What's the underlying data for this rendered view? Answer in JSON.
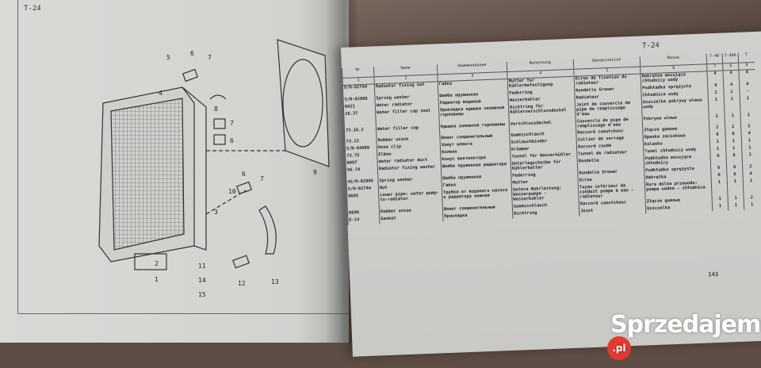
{
  "left_page": {
    "label": "T-24",
    "callouts": [
      "5",
      "6",
      "7",
      "8",
      "7",
      "6",
      "4",
      "2",
      "1",
      "3",
      "9",
      "6",
      "7",
      "12",
      "13",
      "11",
      "14",
      "15",
      "10"
    ]
  },
  "right_page": {
    "label": "T-24",
    "page_number": "143",
    "headers": {
      "codes": "Nr",
      "english": "Name",
      "russian": "Наименование",
      "german": "Benennung",
      "french": "Dénomination",
      "polish": "Nazwa",
      "qty": [
        "T-40",
        "T-40A",
        "T"
      ]
    },
    "column_numbers": [
      "1",
      "2",
      "3",
      "4",
      "5",
      "6",
      "7",
      "8",
      "9"
    ],
    "rows": [
      {
        "code": "9/N-02744",
        "en": "Radiator fixing nut",
        "ru": "Гайка",
        "de": "Mutter für Kühlerbefestigung",
        "fr": "Ecrou de fixation du radiateur",
        "pl": "Nakrętka mocująca chłodnicy wody",
        "q": [
          "4",
          "4",
          "4"
        ]
      },
      {
        "code": "5/N-02008",
        "en": "Spring washer",
        "ru": "Шайба пружинная",
        "de": "Federring",
        "fr": "Rondelle Grower",
        "pl": "Podkładka sprężysta",
        "q": [
          "4",
          "4",
          "4"
        ]
      },
      {
        "code": "0A21",
        "en": "Water radiator",
        "ru": "Радиатор водяной",
        "de": "Wasserkühler",
        "fr": "Radiateur",
        "pl": "Chłodnica wody",
        "q": [
          "1",
          "1",
          "-"
        ]
      },
      {
        "code": "16.37",
        "en": "Water filler cap seal",
        "ru": "Прокладка крышки заливной горловины",
        "de": "Dichtring für Kühlerverschlussdeckel",
        "fr": "Joint de couvercle de pipe de remplissage d'eau",
        "pl": "Uszczelka pokrywy wlewu wody",
        "q": [
          "1",
          "1",
          "1"
        ]
      },
      {
        "code": "73.16.2",
        "en": "Water filler cap",
        "ru": "Крышка заливной горловины",
        "de": "Verschlussdeckel",
        "fr": "Couvercle de pipe de remplissage d'eau",
        "pl": "Pokrywa wlewu",
        "q": [
          "1",
          "1",
          "1"
        ]
      },
      {
        "code": "73.13",
        "en": "Rubber union",
        "ru": "Шланг соединительный",
        "de": "Gummischlauch",
        "fr": "Raccord caoutchouc",
        "pl": "Złącze gumowe",
        "q": [
          "2",
          "2",
          "2"
        ]
      },
      {
        "code": "5/N-04909",
        "en": "Hose clip",
        "ru": "Хомут шланга",
        "de": "Schlauchbinder",
        "fr": "Collier de serrage",
        "pl": "Opaska zaciskowa",
        "q": [
          "8",
          "8",
          "4"
        ]
      },
      {
        "code": "73.75",
        "en": "Elbow",
        "ru": "Колено",
        "de": "Krümmer",
        "fr": "Raccord coudé",
        "pl": "Kolanko",
        "q": [
          "1",
          "1",
          "1"
        ]
      },
      {
        "code": "0097",
        "en": "Water radiator duct",
        "ru": "Конус вентилятора",
        "de": "Tunnel für Wasserkühler",
        "fr": "Tunnel de radiateur",
        "pl": "Tunel chłodnicy wody",
        "q": [
          "1",
          "1",
          "1"
        ]
      },
      {
        "code": "96.74",
        "en": "Radiator fixing washer",
        "ru": "Шайба пружинная радиатора",
        "de": "Unterlegscheibe für Kühlerhalter",
        "fr": "Rondelle",
        "pl": "Podkładka mocująca chłodnicy",
        "q": [
          "6",
          "6",
          "2"
        ]
      },
      {
        "code": "45/N-02008",
        "en": "Spring washer",
        "ru": "Шайба пружинная",
        "de": "Federring",
        "fr": "Rondelle Grower",
        "pl": "Podkładka sprężysta",
        "q": [
          "6",
          "6",
          "2"
        ]
      },
      {
        "code": "5/N-02744",
        "en": "Nut",
        "ru": "Гайка",
        "de": "Mutter",
        "fr": "Ecrou",
        "pl": "Nakrętka",
        "q": [
          "6",
          "6",
          "4"
        ]
      },
      {
        "code": "0685",
        "en": "Lower pipe: water pump-to-radiator",
        "ru": "Трубка от водяного насоса к радиатору нижняя",
        "de": "Untere Rohrleitung: Wasserpumpe - Wasserkühler",
        "fr": "Tuyau inférieur de conduit pompe à eau - radiateur",
        "pl": "Rura dolna przewodu: pompa wodna - chłodnica",
        "q": [
          "1",
          "1",
          "1"
        ]
      },
      {
        "code": "0690",
        "en": "Rubber union",
        "ru": "Шланг соединительный",
        "de": "Gummischlauch",
        "fr": "Raccord caoutchouc",
        "pl": "Złącze gumowe",
        "q": [
          "1",
          "1",
          "2"
        ]
      },
      {
        "code": "E-14",
        "en": "Gasket",
        "ru": "Прокладка",
        "de": "Dichtring",
        "fr": "Joint",
        "pl": "Uszczelka",
        "q": [
          "1",
          "1",
          "1"
        ]
      }
    ]
  },
  "watermark": {
    "text": "Sprzedajemy",
    "suffix": ".pl",
    "color": "#e23a2e"
  }
}
